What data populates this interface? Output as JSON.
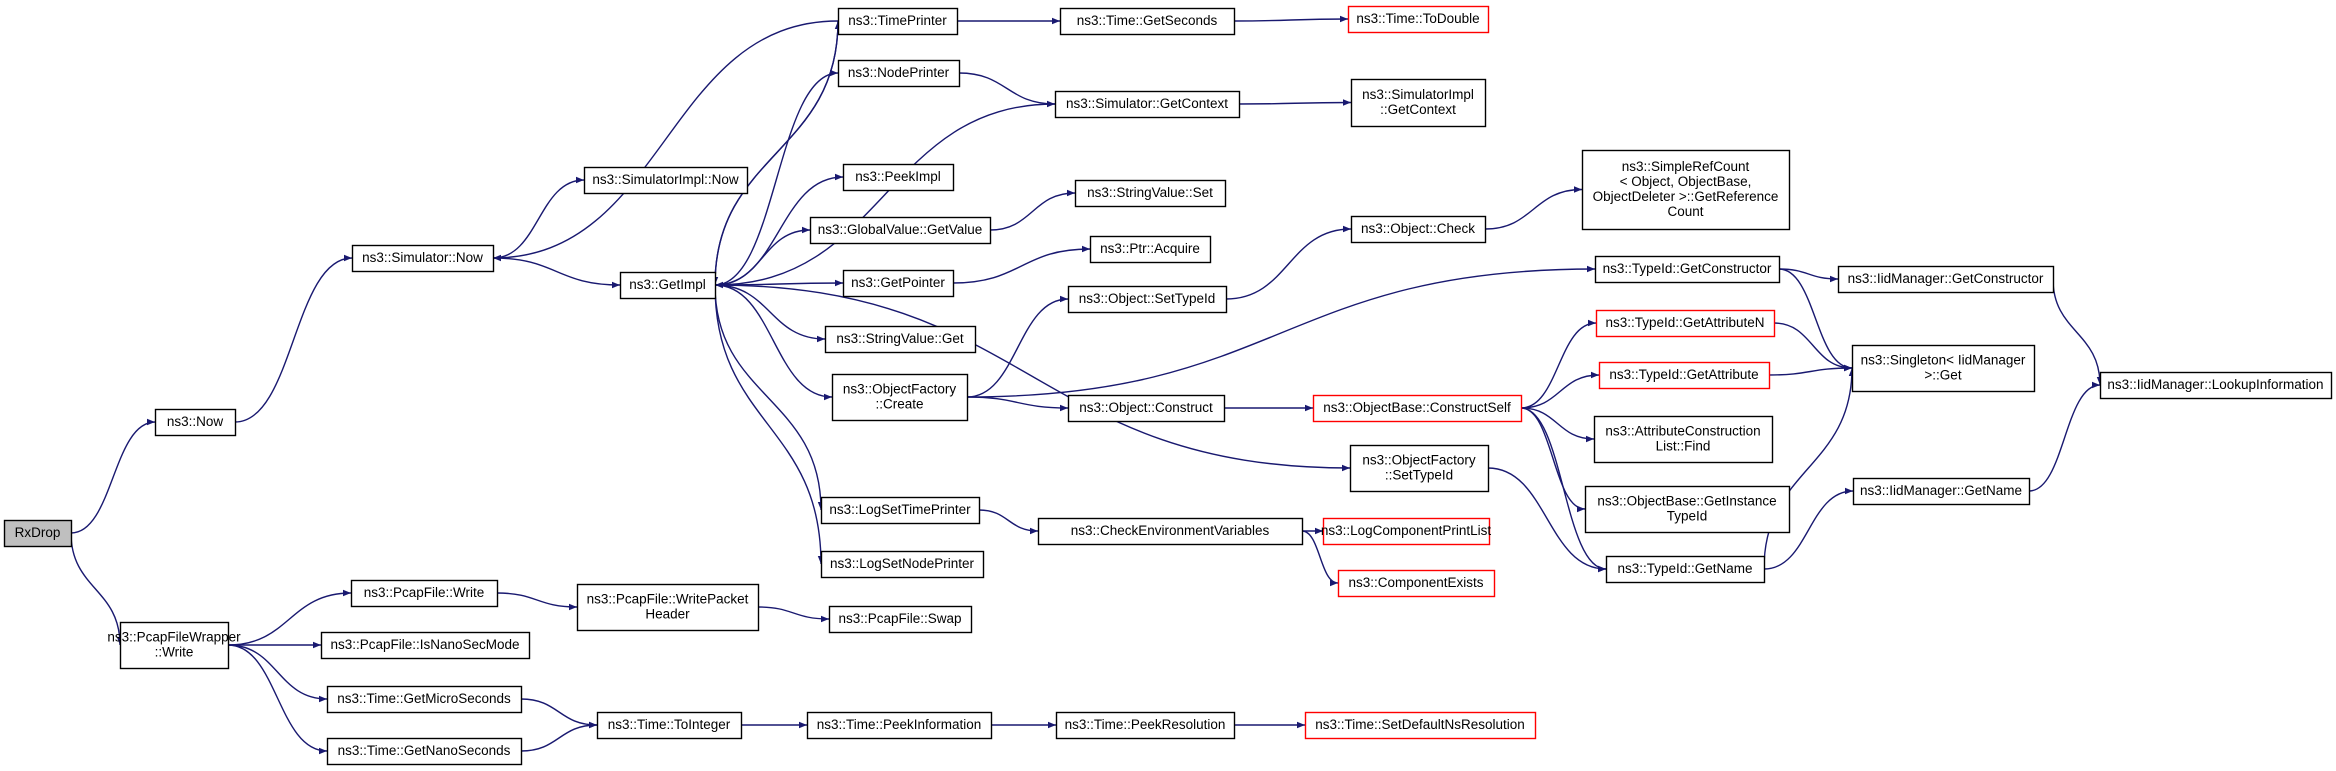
{
  "nodes": [
    {
      "id": "rxdrop",
      "lines": [
        "RxDrop"
      ],
      "style": "root"
    },
    {
      "id": "now",
      "lines": [
        "ns3::Now"
      ],
      "style": "normal"
    },
    {
      "id": "pcapwrapper_write",
      "lines": [
        "ns3::PcapFileWrapper",
        "::Write"
      ],
      "style": "normal"
    },
    {
      "id": "sim_now",
      "lines": [
        "ns3::Simulator::Now"
      ],
      "style": "normal"
    },
    {
      "id": "simimpl_now",
      "lines": [
        "ns3::SimulatorImpl::Now"
      ],
      "style": "normal"
    },
    {
      "id": "getimpl",
      "lines": [
        "ns3::GetImpl"
      ],
      "style": "normal"
    },
    {
      "id": "timeprinter",
      "lines": [
        "ns3::TimePrinter"
      ],
      "style": "normal"
    },
    {
      "id": "nodeprinter",
      "lines": [
        "ns3::NodePrinter"
      ],
      "style": "normal"
    },
    {
      "id": "peekimpl",
      "lines": [
        "ns3::PeekImpl"
      ],
      "style": "normal"
    },
    {
      "id": "gv_getvalue",
      "lines": [
        "ns3::GlobalValue::GetValue"
      ],
      "style": "normal"
    },
    {
      "id": "getpointer",
      "lines": [
        "ns3::GetPointer"
      ],
      "style": "normal"
    },
    {
      "id": "sv_get",
      "lines": [
        "ns3::StringValue::Get"
      ],
      "style": "normal"
    },
    {
      "id": "of_create",
      "lines": [
        "ns3::ObjectFactory",
        "::Create"
      ],
      "style": "normal"
    },
    {
      "id": "logsettimeprinter",
      "lines": [
        "ns3::LogSetTimePrinter"
      ],
      "style": "normal"
    },
    {
      "id": "logsetnodeprinter",
      "lines": [
        "ns3::LogSetNodePrinter"
      ],
      "style": "normal"
    },
    {
      "id": "time_getseconds",
      "lines": [
        "ns3::Time::GetSeconds"
      ],
      "style": "normal"
    },
    {
      "id": "time_todouble",
      "lines": [
        "ns3::Time::ToDouble"
      ],
      "style": "red"
    },
    {
      "id": "sim_getcontext",
      "lines": [
        "ns3::Simulator::GetContext"
      ],
      "style": "normal"
    },
    {
      "id": "simimpl_getcontext",
      "lines": [
        "ns3::SimulatorImpl",
        "::GetContext"
      ],
      "style": "normal"
    },
    {
      "id": "sv_set",
      "lines": [
        "ns3::StringValue::Set"
      ],
      "style": "normal"
    },
    {
      "id": "ptr_acquire",
      "lines": [
        "ns3::Ptr::Acquire"
      ],
      "style": "normal"
    },
    {
      "id": "obj_settypeid",
      "lines": [
        "ns3::Object::SetTypeId"
      ],
      "style": "normal"
    },
    {
      "id": "obj_check",
      "lines": [
        "ns3::Object::Check"
      ],
      "style": "normal"
    },
    {
      "id": "simplerefcount",
      "lines": [
        "ns3::SimpleRefCount",
        "< Object, ObjectBase,",
        "ObjectDeleter >::GetReference",
        "Count"
      ],
      "style": "normal"
    },
    {
      "id": "obj_construct",
      "lines": [
        "ns3::Object::Construct"
      ],
      "style": "normal"
    },
    {
      "id": "objbase_constructself",
      "lines": [
        "ns3::ObjectBase::ConstructSelf"
      ],
      "style": "red"
    },
    {
      "id": "of_settypeid",
      "lines": [
        "ns3::ObjectFactory",
        "::SetTypeId"
      ],
      "style": "normal"
    },
    {
      "id": "checkenv",
      "lines": [
        "ns3::CheckEnvironmentVariables"
      ],
      "style": "normal"
    },
    {
      "id": "logcompprintlist",
      "lines": [
        "ns3::LogComponentPrintList"
      ],
      "style": "red"
    },
    {
      "id": "compexists",
      "lines": [
        "ns3::ComponentExists"
      ],
      "style": "red"
    },
    {
      "id": "typeid_getconstructor",
      "lines": [
        "ns3::TypeId::GetConstructor"
      ],
      "style": "normal"
    },
    {
      "id": "typeid_getattributen",
      "lines": [
        "ns3::TypeId::GetAttributeN"
      ],
      "style": "red"
    },
    {
      "id": "typeid_getattribute",
      "lines": [
        "ns3::TypeId::GetAttribute"
      ],
      "style": "red"
    },
    {
      "id": "attrconstlist_find",
      "lines": [
        "ns3::AttributeConstruction",
        "List::Find"
      ],
      "style": "normal"
    },
    {
      "id": "objbase_getinstancetypeid",
      "lines": [
        "ns3::ObjectBase::GetInstance",
        "TypeId"
      ],
      "style": "normal"
    },
    {
      "id": "typeid_getname",
      "lines": [
        "ns3::TypeId::GetName"
      ],
      "style": "normal"
    },
    {
      "id": "iidmgr_getconstructor",
      "lines": [
        "ns3::IidManager::GetConstructor"
      ],
      "style": "normal"
    },
    {
      "id": "singleton_get",
      "lines": [
        "ns3::Singleton< IidManager",
        ">::Get"
      ],
      "style": "normal"
    },
    {
      "id": "iidmgr_getname",
      "lines": [
        "ns3::IidManager::GetName"
      ],
      "style": "normal"
    },
    {
      "id": "iidmgr_lookupinfo",
      "lines": [
        "ns3::IidManager::LookupInformation"
      ],
      "style": "normal"
    },
    {
      "id": "pcap_write",
      "lines": [
        "ns3::PcapFile::Write"
      ],
      "style": "normal"
    },
    {
      "id": "pcap_isnanosecmode",
      "lines": [
        "ns3::PcapFile::IsNanoSecMode"
      ],
      "style": "normal"
    },
    {
      "id": "time_getmicroseconds",
      "lines": [
        "ns3::Time::GetMicroSeconds"
      ],
      "style": "normal"
    },
    {
      "id": "time_getnanoseconds",
      "lines": [
        "ns3::Time::GetNanoSeconds"
      ],
      "style": "normal"
    },
    {
      "id": "pcap_writepacketheader",
      "lines": [
        "ns3::PcapFile::WritePacket",
        "Header"
      ],
      "style": "normal"
    },
    {
      "id": "pcap_swap",
      "lines": [
        "ns3::PcapFile::Swap"
      ],
      "style": "normal"
    },
    {
      "id": "time_tointeger",
      "lines": [
        "ns3::Time::ToInteger"
      ],
      "style": "normal"
    },
    {
      "id": "time_peekinformation",
      "lines": [
        "ns3::Time::PeekInformation"
      ],
      "style": "normal"
    },
    {
      "id": "time_peekresolution",
      "lines": [
        "ns3::Time::PeekResolution"
      ],
      "style": "normal"
    },
    {
      "id": "time_setdefaultnsres",
      "lines": [
        "ns3::Time::SetDefaultNsResolution"
      ],
      "style": "red"
    }
  ],
  "edges": [
    [
      "rxdrop",
      "now"
    ],
    [
      "rxdrop",
      "pcapwrapper_write"
    ],
    [
      "now",
      "sim_now"
    ],
    [
      "sim_now",
      "simimpl_now"
    ],
    [
      "sim_now",
      "getimpl"
    ],
    [
      "getimpl",
      "timeprinter"
    ],
    [
      "getimpl",
      "nodeprinter"
    ],
    [
      "getimpl",
      "peekimpl"
    ],
    [
      "getimpl",
      "gv_getvalue"
    ],
    [
      "getimpl",
      "getpointer"
    ],
    [
      "getimpl",
      "sv_get"
    ],
    [
      "getimpl",
      "of_create"
    ],
    [
      "getimpl",
      "logsettimeprinter"
    ],
    [
      "getimpl",
      "logsetnodeprinter"
    ],
    [
      "getimpl",
      "of_settypeid"
    ],
    [
      "timeprinter",
      "sim_now"
    ],
    [
      "timeprinter",
      "getimpl"
    ],
    [
      "timeprinter",
      "time_getseconds"
    ],
    [
      "time_getseconds",
      "time_todouble"
    ],
    [
      "nodeprinter",
      "sim_getcontext"
    ],
    [
      "sim_getcontext",
      "getimpl"
    ],
    [
      "sim_getcontext",
      "simimpl_getcontext"
    ],
    [
      "gv_getvalue",
      "sv_set"
    ],
    [
      "getpointer",
      "ptr_acquire"
    ],
    [
      "of_create",
      "obj_settypeid"
    ],
    [
      "of_create",
      "obj_construct"
    ],
    [
      "of_create",
      "typeid_getconstructor"
    ],
    [
      "obj_settypeid",
      "obj_check"
    ],
    [
      "obj_check",
      "simplerefcount"
    ],
    [
      "obj_construct",
      "objbase_constructself"
    ],
    [
      "objbase_constructself",
      "typeid_getattributen"
    ],
    [
      "objbase_constructself",
      "typeid_getattribute"
    ],
    [
      "objbase_constructself",
      "attrconstlist_find"
    ],
    [
      "objbase_constructself",
      "objbase_getinstancetypeid"
    ],
    [
      "objbase_constructself",
      "typeid_getname"
    ],
    [
      "of_settypeid",
      "typeid_getname"
    ],
    [
      "logsettimeprinter",
      "checkenv"
    ],
    [
      "checkenv",
      "logcompprintlist"
    ],
    [
      "checkenv",
      "compexists"
    ],
    [
      "typeid_getconstructor",
      "iidmgr_getconstructor"
    ],
    [
      "typeid_getconstructor",
      "singleton_get"
    ],
    [
      "typeid_getattributen",
      "singleton_get"
    ],
    [
      "typeid_getattribute",
      "singleton_get"
    ],
    [
      "typeid_getname",
      "singleton_get"
    ],
    [
      "typeid_getname",
      "iidmgr_getname"
    ],
    [
      "iidmgr_getconstructor",
      "iidmgr_lookupinfo"
    ],
    [
      "iidmgr_getname",
      "iidmgr_lookupinfo"
    ],
    [
      "pcapwrapper_write",
      "pcap_write"
    ],
    [
      "pcapwrapper_write",
      "pcap_isnanosecmode"
    ],
    [
      "pcapwrapper_write",
      "time_getmicroseconds"
    ],
    [
      "pcapwrapper_write",
      "time_getnanoseconds"
    ],
    [
      "pcap_write",
      "pcap_writepacketheader"
    ],
    [
      "pcap_writepacketheader",
      "pcap_swap"
    ],
    [
      "time_getmicroseconds",
      "time_tointeger"
    ],
    [
      "time_getnanoseconds",
      "time_tointeger"
    ],
    [
      "time_tointeger",
      "time_peekinformation"
    ],
    [
      "time_peekinformation",
      "time_peekresolution"
    ],
    [
      "time_peekresolution",
      "time_setdefaultnsres"
    ]
  ],
  "colors": {
    "edge": "#191970",
    "box_stroke": "#000000",
    "box_stroke_red": "#ff0000",
    "root_fill": "#bfbfbf"
  }
}
